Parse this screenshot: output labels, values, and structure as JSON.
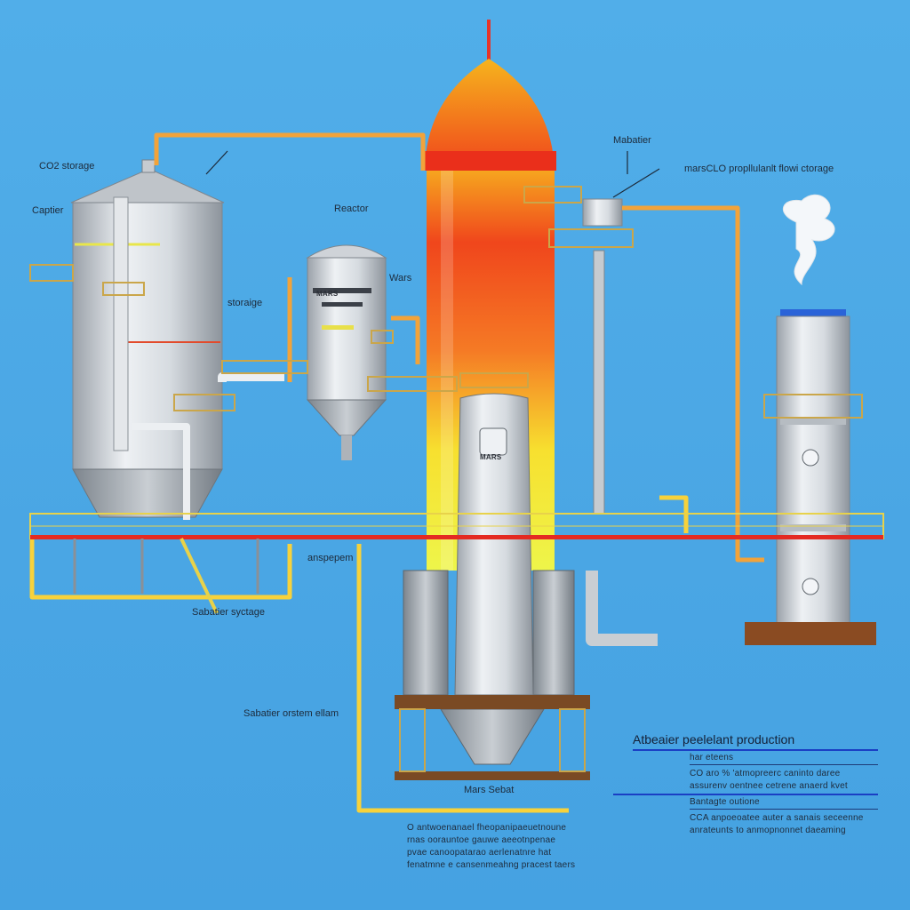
{
  "labels": {
    "co2_storage": "CO2 storage",
    "captier": "Captier",
    "reactor": "Reactor",
    "wars": "Wars",
    "mabatier": "Mabatier",
    "flow_storage": "marsCLO propllulanlt flowi ctorage",
    "storage_small": "storaige",
    "anspepem": "anspepem",
    "sabatier_syctage": "Sabatier syctage",
    "sabatier_system": "Sabatier orstem ellam",
    "mars_sabat": "Mars Sebat"
  },
  "panel": {
    "title": "Atbeaier peelelant production",
    "sub1": "har eteens",
    "row1a": "CO aro % 'atmopreerc caninto daree",
    "row1b": "assurenv oentnee cetrene anaerd kvet",
    "sub2": "Bantagte outione",
    "row2a": "CCA anpoeoatee auter a sanais seceenne",
    "row2b": "anrateunts to anmopnonnet daeaming"
  },
  "notes": [
    "O antwoenanael fheopanipaeuetnoune",
    "rnas oorauntoe gauwe aeeotnpenae",
    "pvae canoopatarao aerlenatnre hat",
    "fenatmne e cansenmeahng pracest taers"
  ],
  "tank_badges": {
    "reactor_badge": "MARS",
    "column_badge": "MARS"
  },
  "colors": {
    "sky": "#4aa8e6",
    "pipe_orange": "#f2a33a",
    "pipe_yellow": "#f7d23b",
    "flame_top": "#f24a1e",
    "steel": "#d9dde2",
    "rail": "#e8d24a"
  }
}
